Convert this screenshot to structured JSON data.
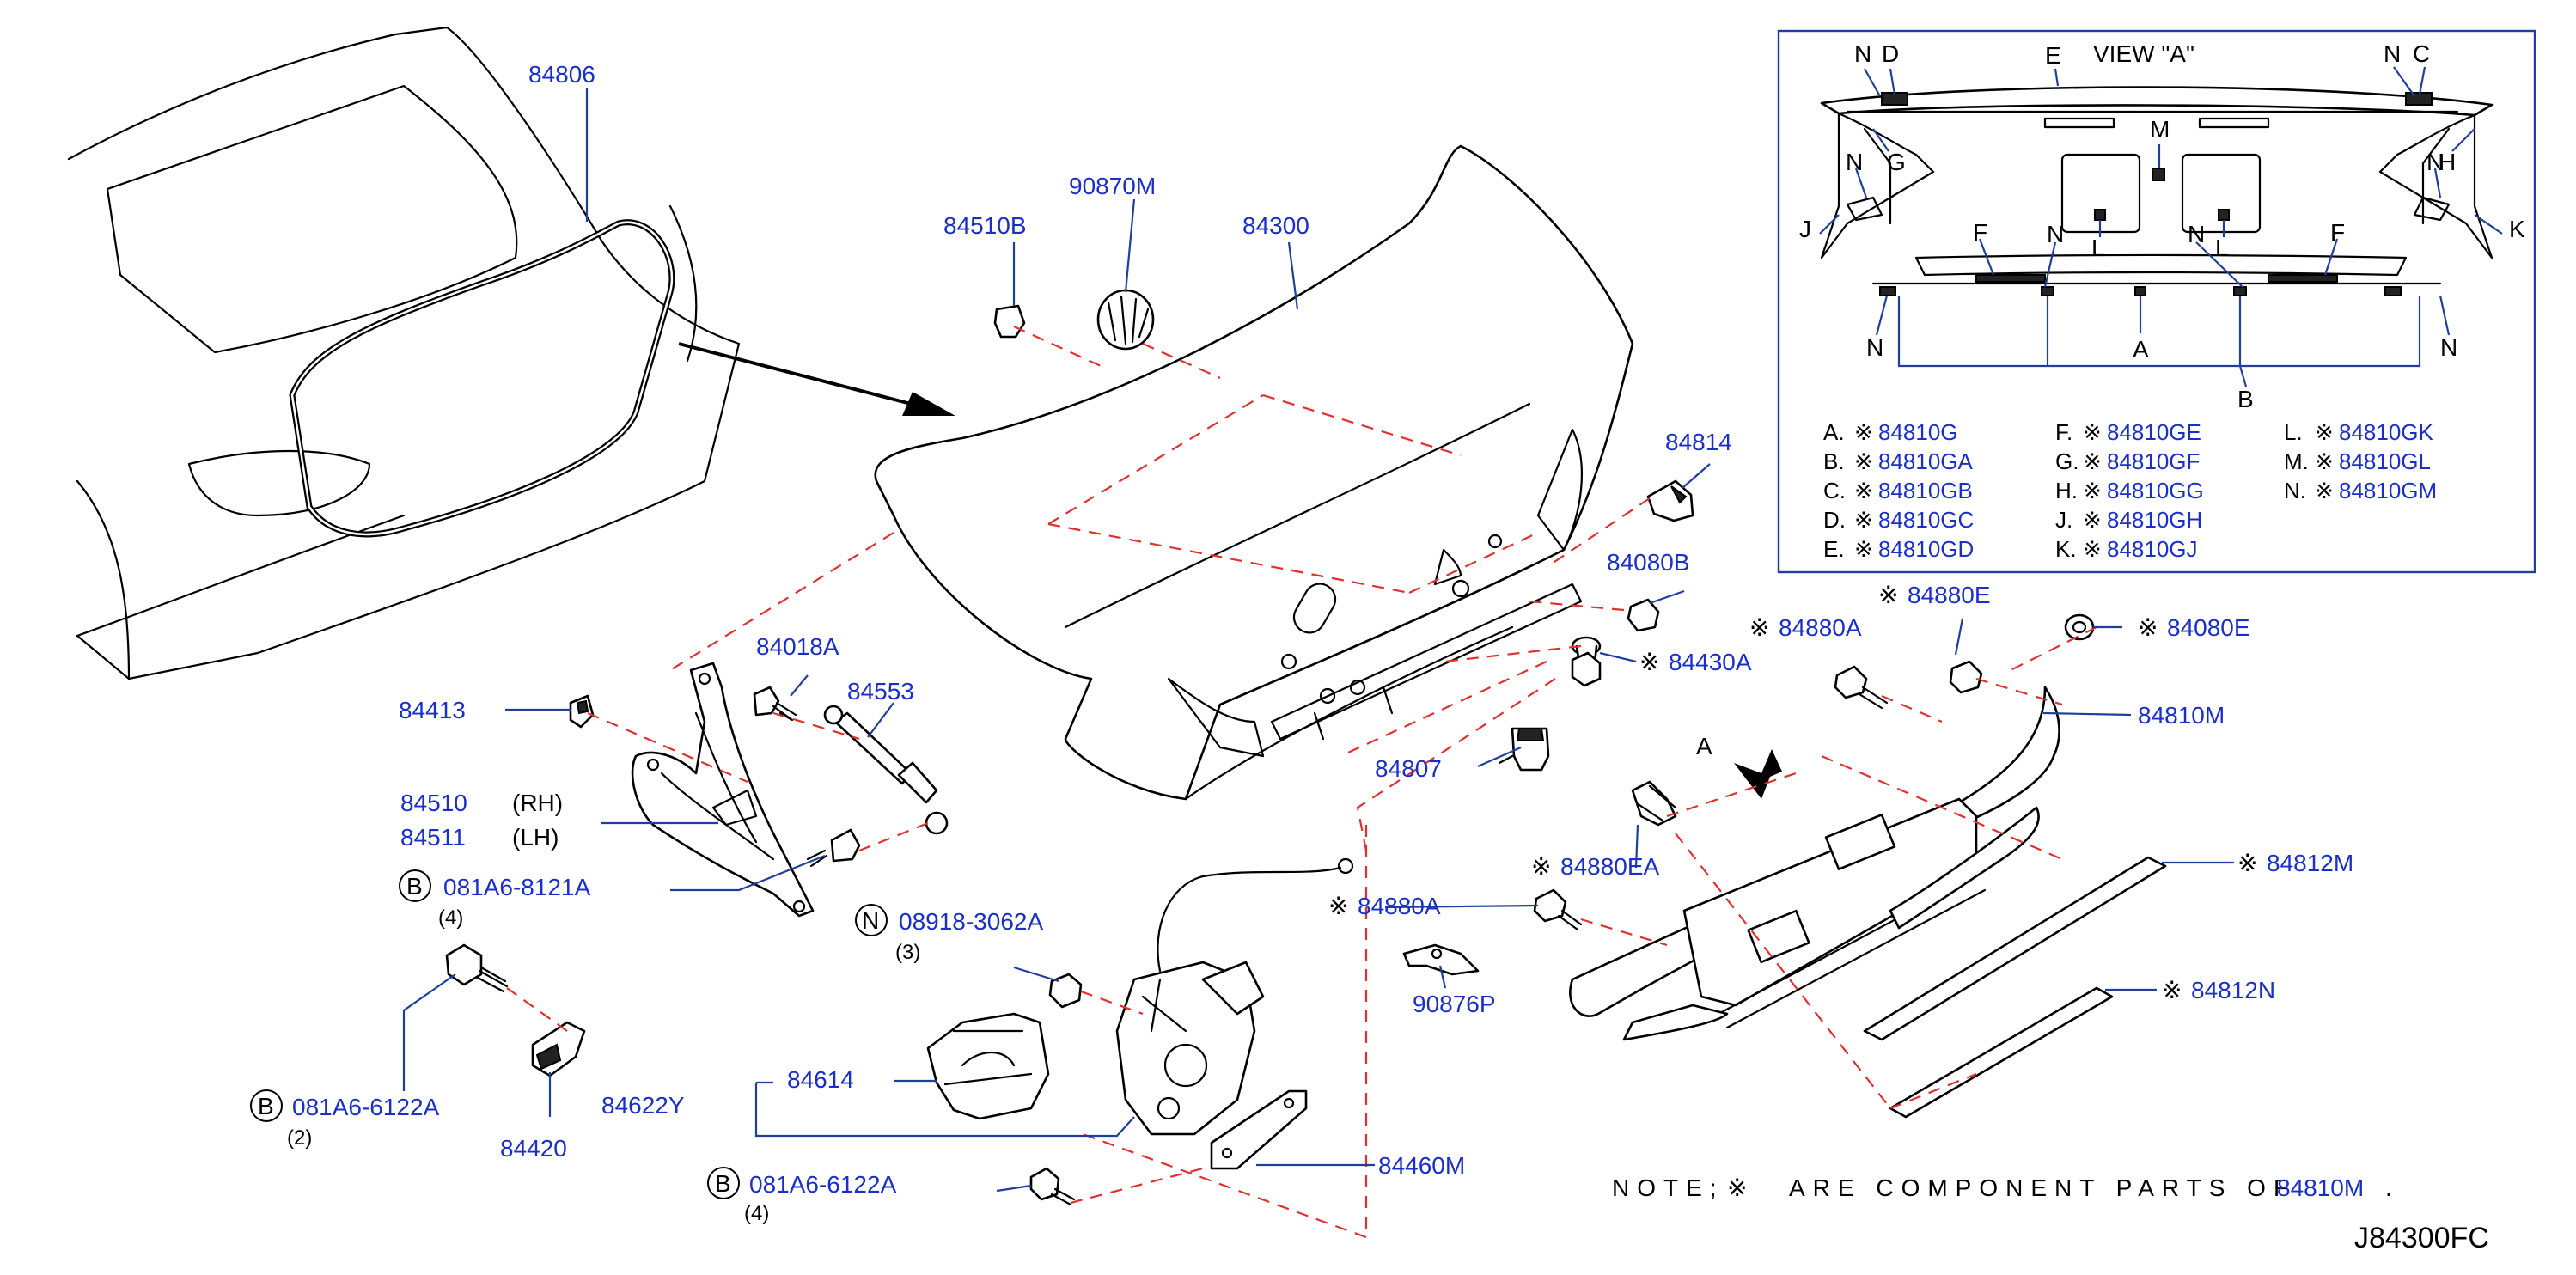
{
  "callouts": {
    "p84806": "84806",
    "p84510b": "84510B",
    "p90870m": "90870M",
    "p84300": "84300",
    "p84814": "84814",
    "p84080b": "84080B",
    "p84018a": "84018A",
    "p84553": "84553",
    "p84413": "84413",
    "p84510": "84510",
    "p84510_side": "(RH)",
    "p84511": "84511",
    "p84511_side": "(LH)",
    "b1_code": "081A6-8121A",
    "b1_qty": "(4)",
    "n1_code": "08918-3062A",
    "n1_qty": "(3)",
    "b2_code": "081A6-6122A",
    "b2_qty": "(2)",
    "p84420": "84420",
    "p84614": "84614",
    "p84622y": "84622Y",
    "b3_code": "081A6-6122A",
    "b3_qty": "(4)",
    "p84460m": "84460M",
    "p84807": "84807",
    "p84880a_1": "84880A",
    "p84880a_2": "84880A",
    "p90876p": "90876P",
    "p84880ea": "84880EA",
    "p84430a": "84430A",
    "p84880e": "84880E",
    "p84080e": "84080E",
    "p84810m": "84810M",
    "p84812m": "84812M",
    "p84812n": "84812N",
    "arrow_a": "A",
    "circle_b": "B",
    "circle_n": "N"
  },
  "component_mark": "※",
  "view_a": {
    "title": "VIEW   \"A\"",
    "letters": {
      "n": "N",
      "d": "D",
      "e": "E",
      "c": "C",
      "g": "G",
      "h": "H",
      "m": "M",
      "j": "J",
      "k": "K",
      "l": "L",
      "f": "F",
      "a": "A",
      "b": "B"
    },
    "legend_col1": [
      {
        "key": "A.",
        "part": "84810G"
      },
      {
        "key": "B.",
        "part": "84810GA"
      },
      {
        "key": "C.",
        "part": "84810GB"
      },
      {
        "key": "D.",
        "part": "84810GC"
      },
      {
        "key": "E.",
        "part": "84810GD"
      }
    ],
    "legend_col2": [
      {
        "key": "F.",
        "part": "84810GE"
      },
      {
        "key": "G.",
        "part": "84810GF"
      },
      {
        "key": "H.",
        "part": "84810GG"
      },
      {
        "key": "J.",
        "part": "84810GH"
      },
      {
        "key": "K.",
        "part": "84810GJ"
      }
    ],
    "legend_col3": [
      {
        "key": "L.",
        "part": "84810GK"
      },
      {
        "key": "M.",
        "part": "84810GL"
      },
      {
        "key": "N.",
        "part": "84810GM"
      }
    ]
  },
  "note": {
    "prefix": "NOTE;",
    "text": "ARE COMPONENT PARTS OF",
    "part": "84810M",
    "suffix": "."
  },
  "diagram_code": "J84300FC"
}
